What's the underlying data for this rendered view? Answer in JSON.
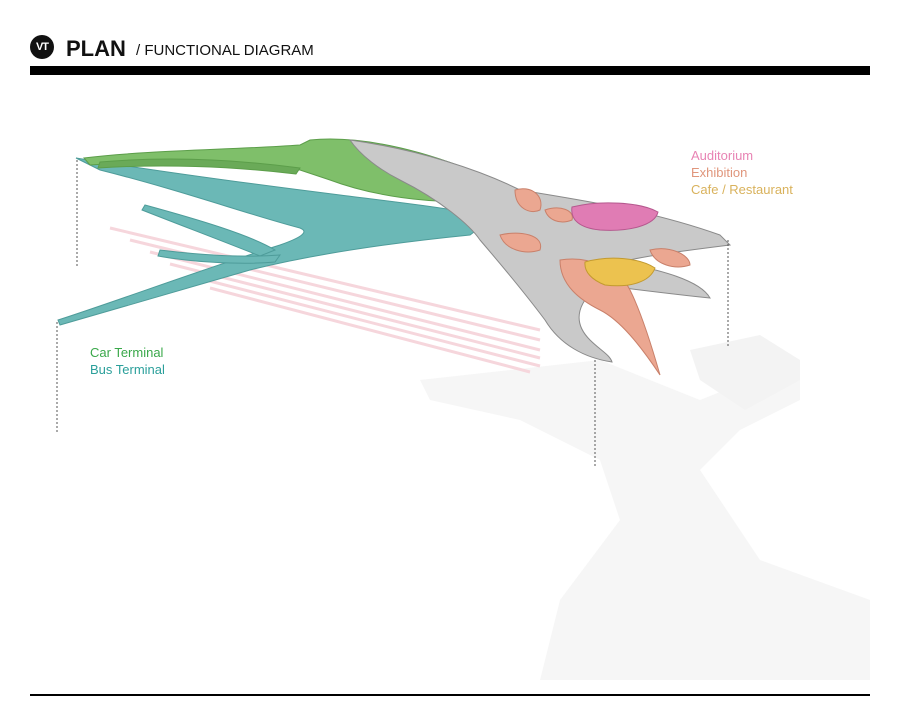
{
  "header": {
    "logo": "VT",
    "title": "PLAN",
    "subtitle": "/ FUNCTIONAL DIAGRAM"
  },
  "legend_right": [
    {
      "label": "Auditorium",
      "color": "#e884b4"
    },
    {
      "label": "Exhibition",
      "color": "#e0967c"
    },
    {
      "label": "Cafe / Restaurant",
      "color": "#d9b25c"
    }
  ],
  "legend_left": [
    {
      "label": "Car Terminal",
      "color": "#3aa84a"
    },
    {
      "label": "Bus Terminal",
      "color": "#2a9f9a"
    }
  ]
}
